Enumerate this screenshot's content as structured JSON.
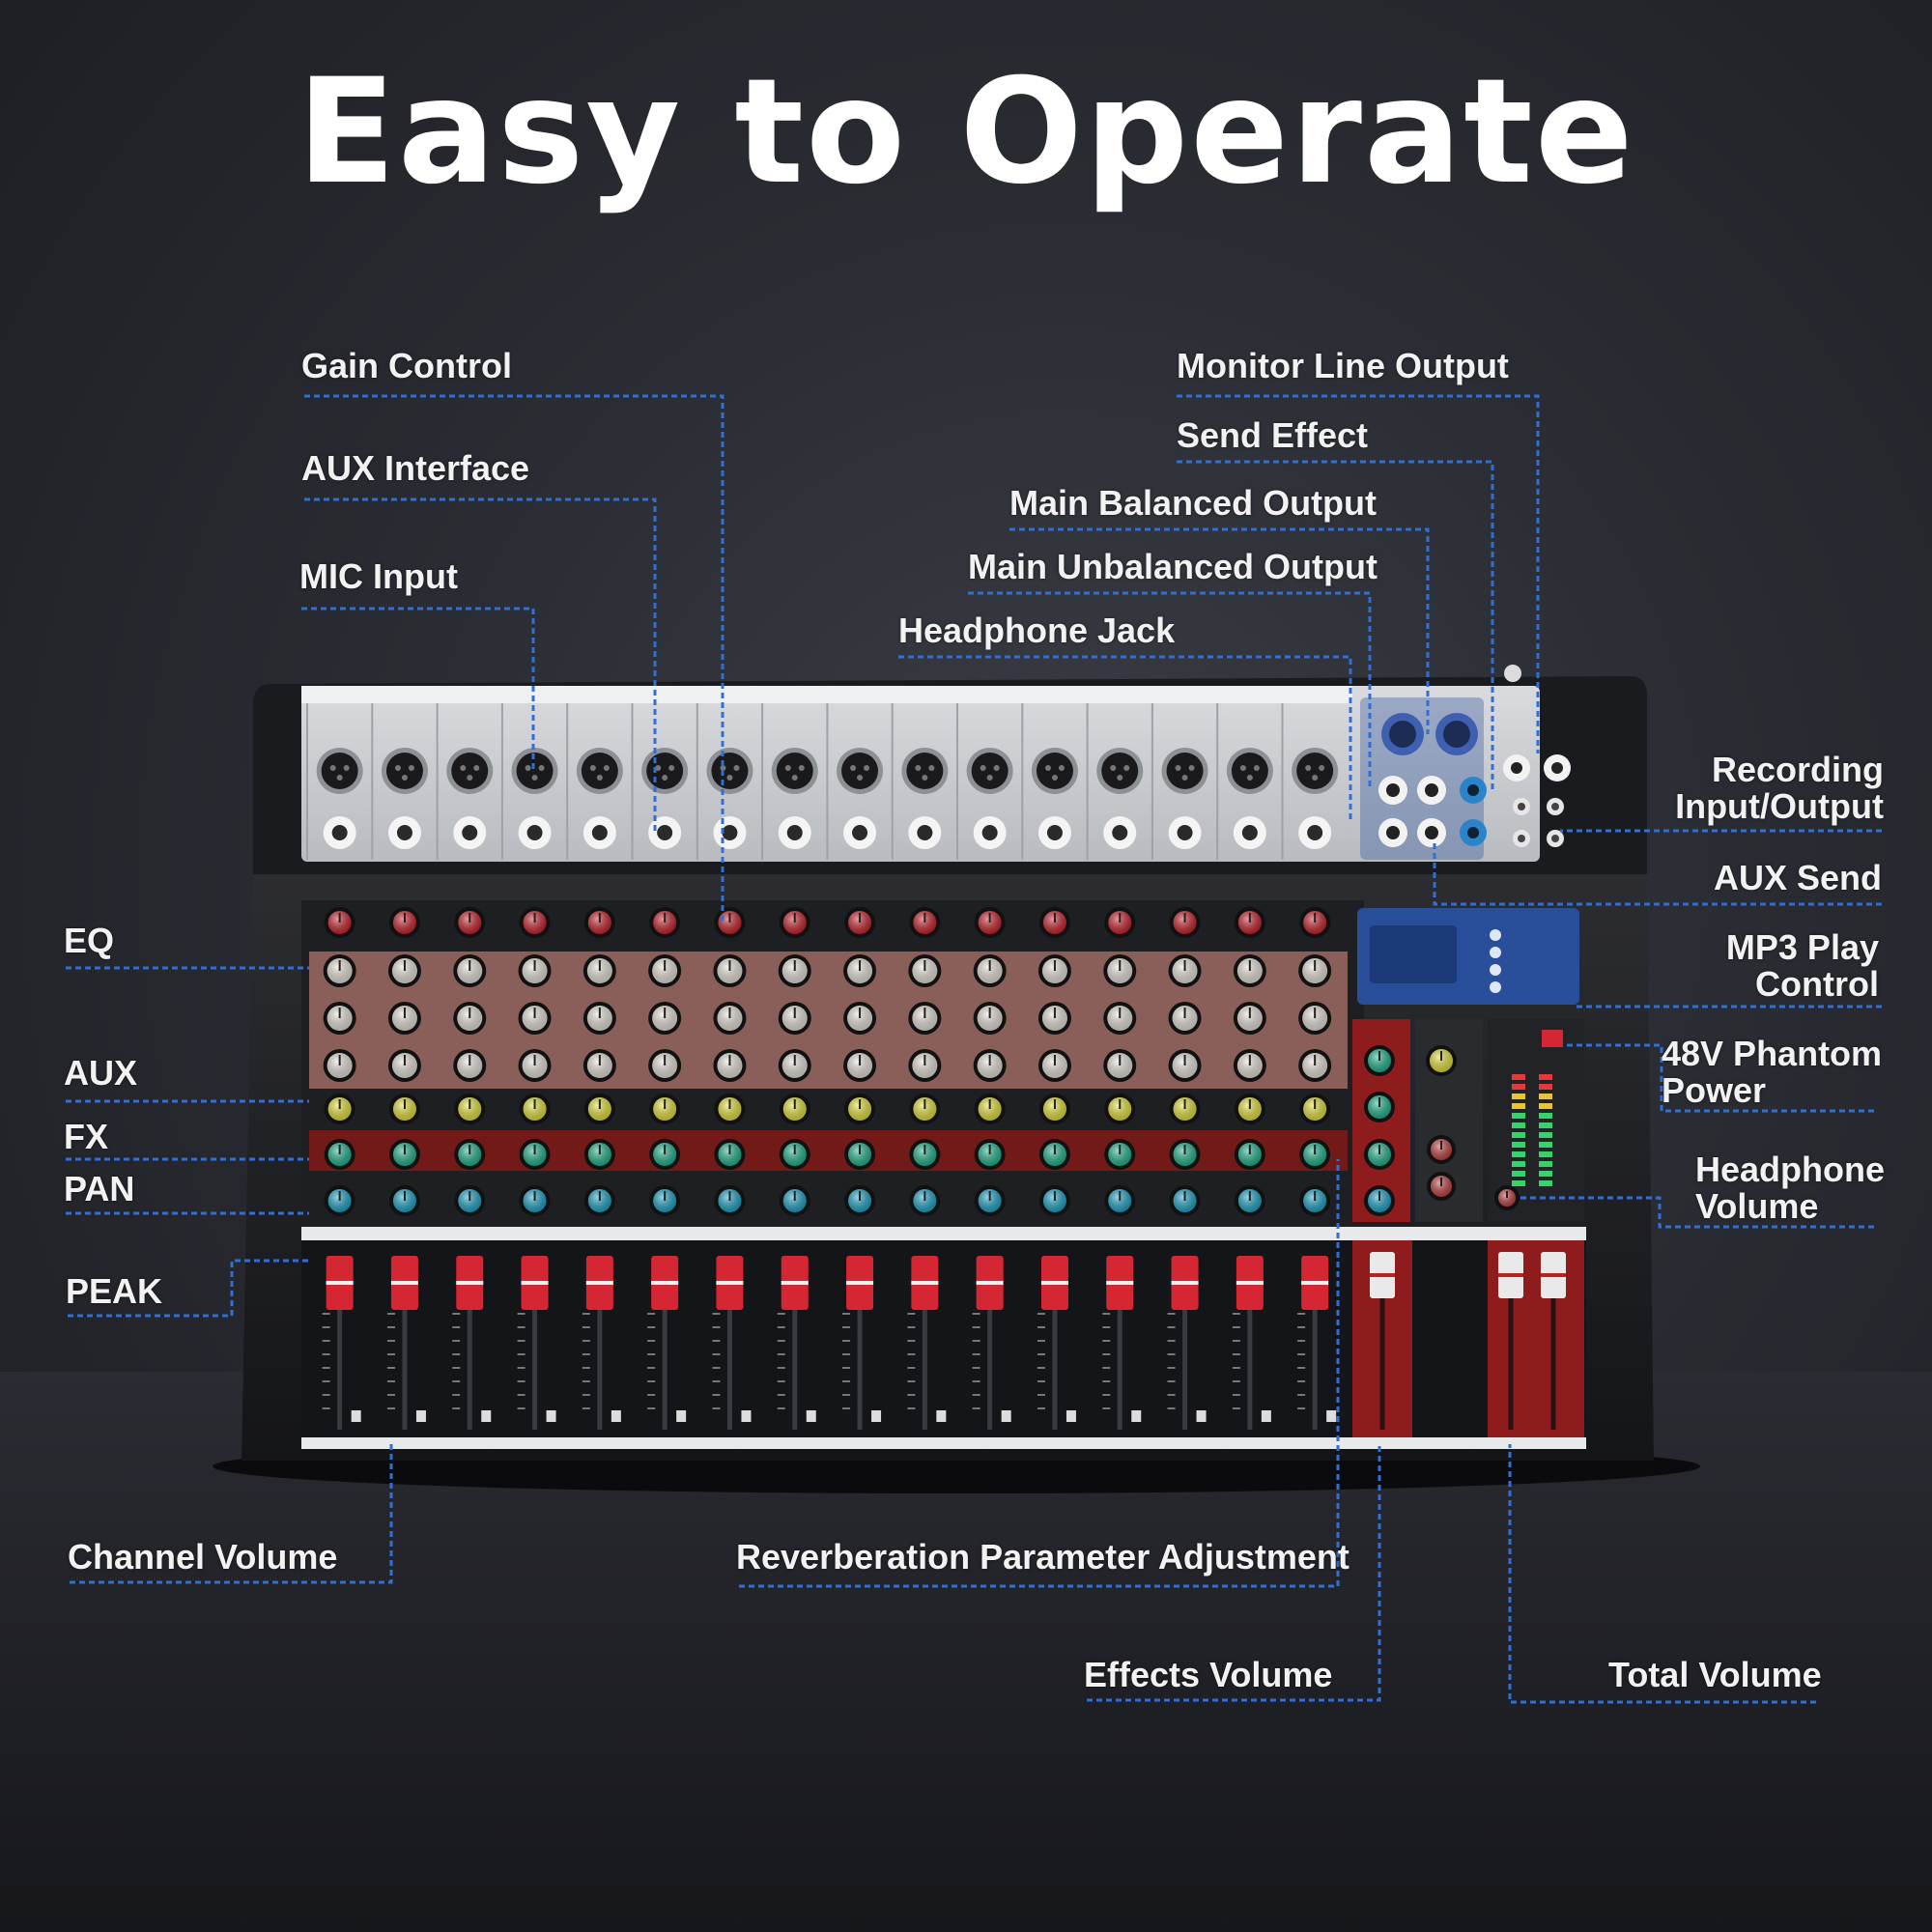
{
  "title": "Easy to Operate",
  "channel_count": 16,
  "colors": {
    "leader": "#2f6fd6",
    "eq_knob": "#e9e3dc",
    "gain_knob": "#c8202a",
    "aux_knob": "#e6e23a",
    "fx_knob": "#1fb38a",
    "pan_knob": "#1aa3c6",
    "fader_cap": "#d52633",
    "panel_red": "#8e1c1d",
    "display_blue": "#2a4f9a"
  },
  "labels": {
    "gain_control": "Gain Control",
    "aux_interface": "AUX Interface",
    "mic_input": "MIC Input",
    "eq": "EQ",
    "aux": "AUX",
    "fx": "FX",
    "pan": "PAN",
    "peak": "PEAK",
    "channel_volume": "Channel Volume",
    "reverb_adjust": "Reverberation Parameter Adjustment",
    "effects_volume": "Effects Volume",
    "total_volume": "Total Volume",
    "monitor_line_output": "Monitor Line Output",
    "send_effect": "Send Effect",
    "main_balanced_output": "Main Balanced Output",
    "main_unbalanced_output": "Main Unbalanced Output",
    "headphone_jack": "Headphone Jack",
    "recording_io_1": "Recording",
    "recording_io_2": "Input/Output",
    "aux_send": "AUX Send",
    "mp3_1": "MP3 Play",
    "mp3_2": "Control",
    "phantom_1": "48V Phantom",
    "phantom_2": "Power",
    "headphone_vol_1": "Headphone",
    "headphone_vol_2": "Volume"
  }
}
